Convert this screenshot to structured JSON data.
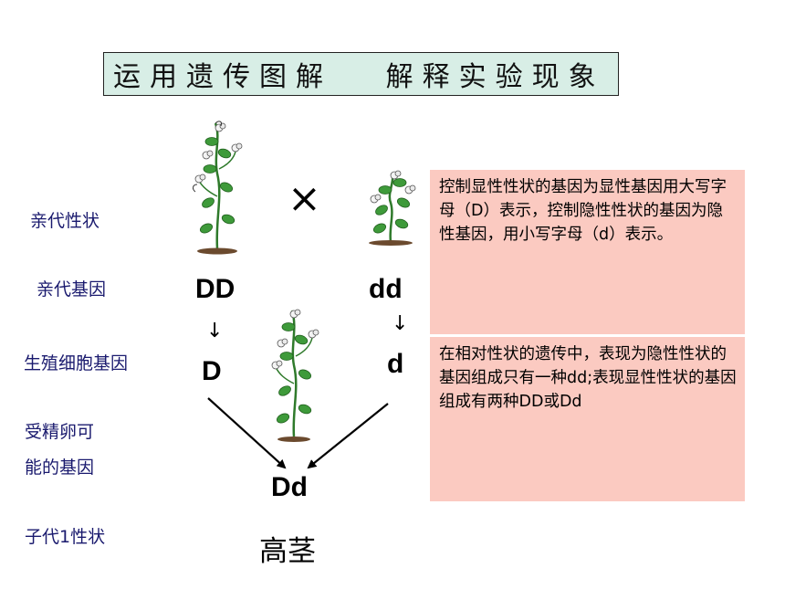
{
  "title": "运用遗传图解   解释实验现象",
  "row_labels": {
    "parent_trait": "亲代性状",
    "parent_gene": "亲代基因",
    "gamete_gene": "生殖细胞基因",
    "zygote_line1": "受精卵可",
    "zygote_line2": "能的基因",
    "f1_trait": "子代1性状"
  },
  "cross_symbol": "×",
  "genotypes": {
    "parent_left": "DD",
    "parent_right": "dd",
    "gamete_left": "D",
    "gamete_right": "d",
    "offspring": "Dd"
  },
  "arrow_glyph": "↓",
  "offspring_trait": "高茎",
  "notes": {
    "top": "控制显性性状的基因为显性基因用大写字母（D）表示，控制隐性性状的基因为隐性基因，用小写字母（d）表示。",
    "bottom": "在相对性状的遗传中，表现为隐性性状的基因组成只有一种dd;表现显性性状的基因组成有两种DD或Dd"
  },
  "colors": {
    "title_bg": "#d8eee6",
    "label_color": "#1a1a6e",
    "note_bg": "#fbcac1",
    "plant_green": "#3e9a3a",
    "soil": "#6b4a2e"
  },
  "icons": [
    "tall-pea-plant-icon",
    "short-pea-plant-icon"
  ]
}
